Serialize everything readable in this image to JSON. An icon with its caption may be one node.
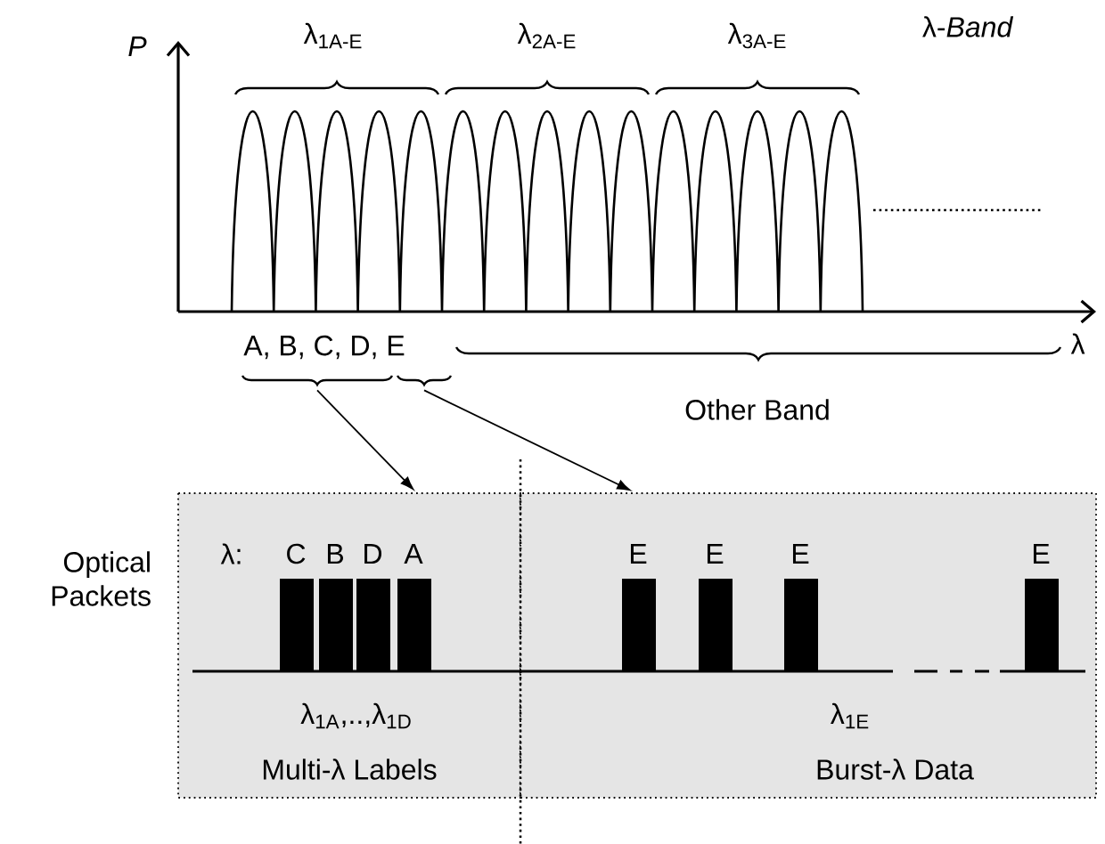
{
  "diagram": {
    "nodes": [
      {
        "text": [],
        "shape": "brace"
      },
      {
        "text": [],
        "shape": "brace"
      },
      {
        "text": [
          "Multi-λ Labels"
        ]
      },
      {
        "text": [
          "Burst-λ Data"
        ]
      }
    ],
    "edges": [
      {
        "from": 0,
        "to": 2,
        "arrow": "to"
      },
      {
        "from": 1,
        "to": 3,
        "arrow": "to"
      }
    ],
    "labels": [
      "P",
      "λ$_{1A-E}$",
      "λ$_{2A-E}$",
      "λ$_{3A-E}$",
      "λ-*Band*",
      "A, B, C, D, E",
      "λ",
      "Other Band",
      "Optical Packets",
      "λ:",
      "C",
      "B",
      "D",
      "A",
      "E",
      "E",
      "E",
      "E",
      "λ$_{1A}$,..,λ$_{1D}$",
      "λ$_{1E}$"
    ]
  }
}
